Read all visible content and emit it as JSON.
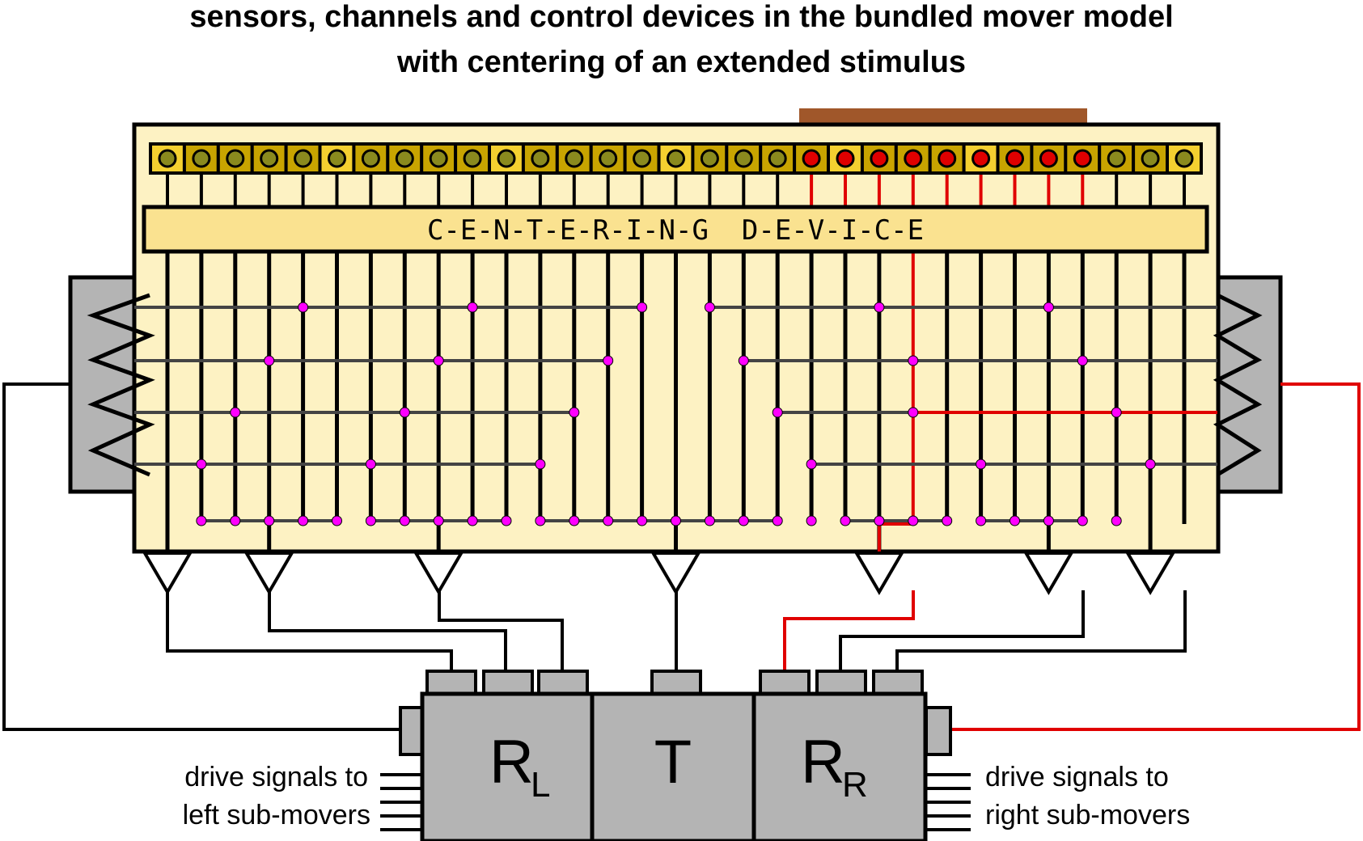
{
  "title_line1": "sensors, channels and control devices in the bundled mover model",
  "title_line2": "with centering of an extended stimulus",
  "device_label": "C-E-N-T-E-R-I-N-G  D-E-V-I-C-E",
  "controllers": {
    "left": {
      "main": "R",
      "sub": "L"
    },
    "center": {
      "main": "T"
    },
    "right": {
      "main": "R",
      "sub": "R"
    }
  },
  "drive_left": {
    "line1": "drive signals to",
    "line2": "left sub-movers"
  },
  "drive_right": {
    "line1": "drive signals to",
    "line2": "right sub-movers"
  },
  "colors": {
    "panel": "#fdf2c3",
    "device_bar": "#fae290",
    "sensor_dark": "#c8a400",
    "sensor_light": "#f4d030",
    "sensor_dot": "#8a8a1e",
    "stimulus": "#a0572a",
    "active": "#e00000",
    "node": "#ff00ff",
    "gray": "#b4b4b4",
    "bus": "#444444"
  }
}
